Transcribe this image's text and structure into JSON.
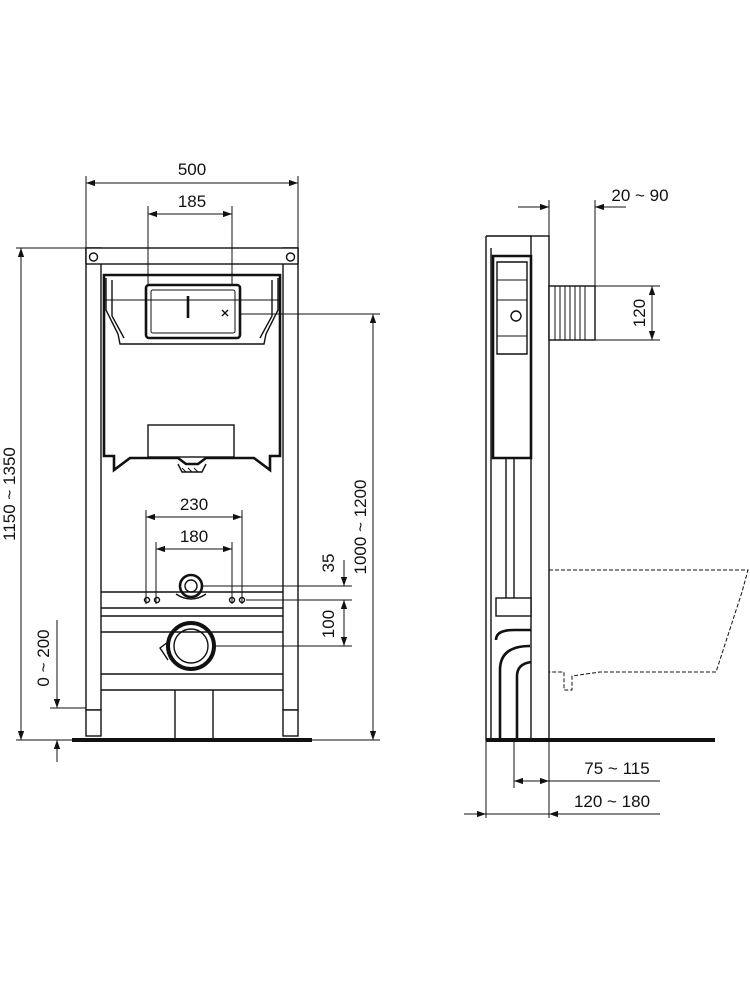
{
  "front_view": {
    "width_total": "500",
    "width_tank_opening": "185",
    "height_total": "1150 ~ 1350",
    "height_mount": "1000 ~ 1200",
    "bolt_spacing_outer": "230",
    "bolt_spacing_inner": "180",
    "dim_35": "35",
    "dim_100": "100",
    "height_adjust": "0 ~ 200"
  },
  "side_view": {
    "wall_depth": "20 ~ 90",
    "pipe_height": "120",
    "depth_min": "75 ~ 115",
    "depth_max": "120 ~ 180"
  }
}
